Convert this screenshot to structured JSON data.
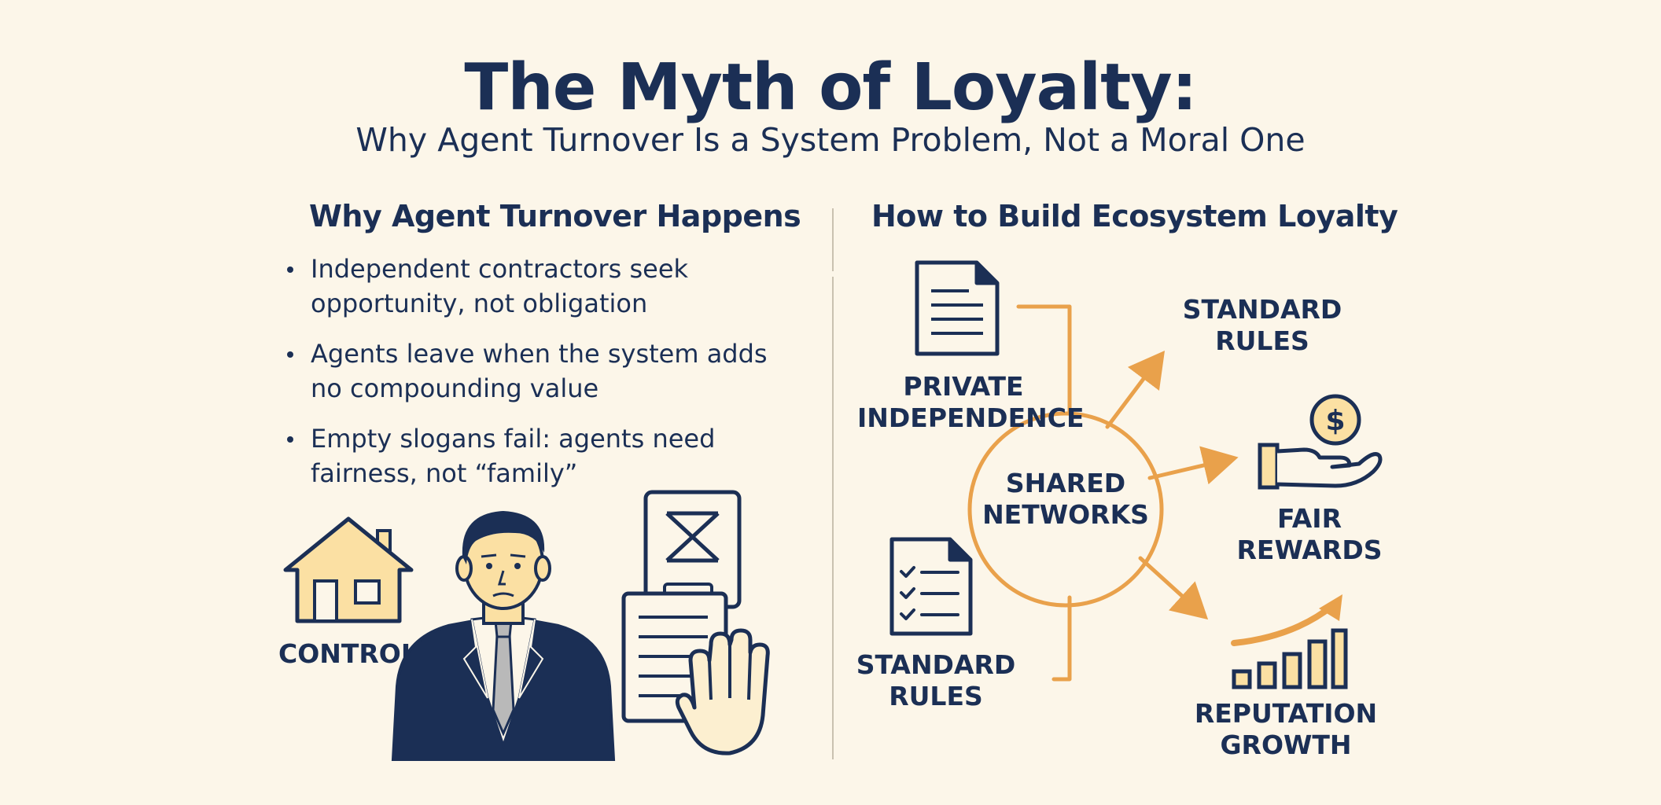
{
  "header": {
    "title": "The Myth of Loyalty:",
    "subtitle": "Why Agent Turnover Is a System Problem, Not a Moral One"
  },
  "left_panel": {
    "heading": "Why Agent Turnover Happens",
    "bullets": [
      "Independent contractors seek opportunity, not obligation",
      "Agents leave when the system adds no compounding value",
      "Empty slogans fail: agents need fairness, not “family”"
    ],
    "illustration_label": "CONTROL"
  },
  "right_panel": {
    "heading": "How to Build Ecosystem Loyalty",
    "center_label": "SHARED NETWORKS",
    "labels": {
      "private_independence": "PRIVATE INDEPENDENCE",
      "standard_rules_top": "STANDARD RULES",
      "standard_rules_bottom": "STANDARD RULES",
      "fair_rewards": "FAIR REWARDS",
      "reputation_growth": "REPUTATION GROWTH"
    }
  },
  "icons": {
    "dollar_symbol": "$"
  },
  "colors": {
    "navy": "#1b2f55",
    "orange": "#e9a14b",
    "cream": "#fcf6e9",
    "light_yellow": "#fbe0a3"
  }
}
